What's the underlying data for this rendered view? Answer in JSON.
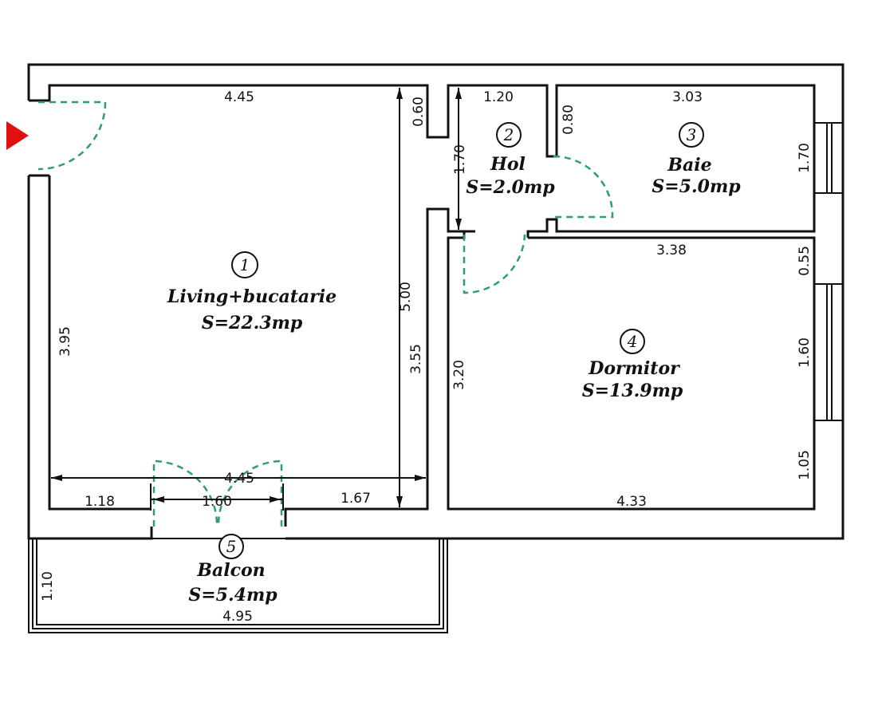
{
  "entrance_marker": {
    "color": "#e01010",
    "icon": "entrance-arrow-icon"
  },
  "door_color": "#2e9e6e",
  "rooms": [
    {
      "number": "1",
      "name": "Living+bucatarie",
      "area": "S=22.3mp"
    },
    {
      "number": "2",
      "name": "Hol",
      "area": "S=2.0mp"
    },
    {
      "number": "3",
      "name": "Baie",
      "area": "S=5.0mp"
    },
    {
      "number": "4",
      "name": "Dormitor",
      "area": "S=13.9mp"
    },
    {
      "number": "5",
      "name": "Balcon",
      "area": "S=5.4mp"
    }
  ],
  "dimensions": {
    "living_top": "4.45",
    "living_left": "3.95",
    "living_height": "5.00",
    "living_right": "3.55",
    "living_bottom_total": "4.45",
    "living_bottom_left": "1.18",
    "living_door": "1.60",
    "living_bottom_right": "1.67",
    "niche_depth": "0.60",
    "hol_top": "1.20",
    "hol_height": "1.70",
    "hol_wall": "0.80",
    "baie_top": "3.03",
    "baie_right": "1.70",
    "dormitor_top": "3.38",
    "dormitor_left": "3.20",
    "dormitor_bottom": "4.33",
    "dormitor_right_top": "0.55",
    "dormitor_window": "1.60",
    "dormitor_right_bottom": "1.05",
    "balcon_height": "1.10",
    "balcon_width": "4.95"
  }
}
